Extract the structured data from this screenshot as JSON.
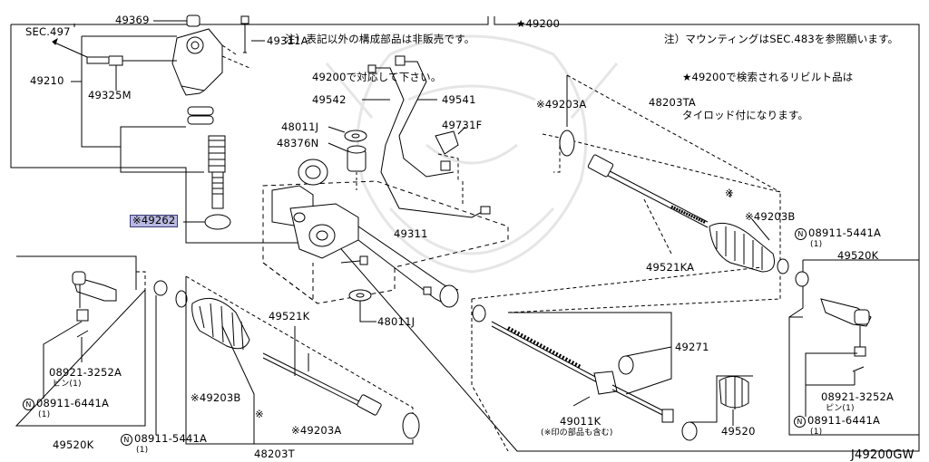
{
  "note_left": [
    "注）表記以外の構成部品は非販売です。",
    "49200で対応して下さい。"
  ],
  "note_right": [
    "注）マウンティングはSEC.483を参照願います。",
    "★49200で検索されるリビルト品は",
    "タイロッド付になります。"
  ],
  "diagram_code": "J49200GW",
  "parts": {
    "p49369": "49369",
    "p49311a": "49311A",
    "sec497": "SEC.497",
    "p49210": "49210",
    "p49325m": "49325M",
    "p49262": "※49262",
    "p49200": "★49200",
    "p49542": "49542",
    "p49541": "49541",
    "p48011j_top": "48011J",
    "p49731f": "49731F",
    "p48376n": "48376N",
    "p49311": "49311",
    "p48011j_bot": "48011J",
    "p49203a_top": "※49203A",
    "p48203ta": "48203TA",
    "star_mark": "※",
    "p49203b_right": "※49203B",
    "p08911_right_num": "08911-5441A",
    "p08911_right_qty": "(1)",
    "p49521ka": "49521KA",
    "p49520k_right": "49520K",
    "p49521k": "49521K",
    "p49271": "49271",
    "p08921_left": "08921-3252A",
    "pin_left": "ピン(1)",
    "p08911_left_num": "08911-6441A",
    "p08911_left_qty": "(1)",
    "p49520k_left": "49520K",
    "p49203b_bot": "※49203B",
    "star_mark_bot": "※",
    "p08911_bot_num": "08911-5441A",
    "p08911_bot_qty": "(1)",
    "p48203t": "48203T",
    "p49203a_bot": "※49203A",
    "p49011k": "49011K",
    "p49011k_note": "(※印の部品も含む)",
    "p49520": "49520",
    "p08921_right": "08921-3252A",
    "pin_right": "ピン(1)",
    "p08911_right2_num": "08911-6441A",
    "p08911_right2_qty": "(1)",
    "n_symbol": "N"
  },
  "highlight_color": "#b8b8e0"
}
